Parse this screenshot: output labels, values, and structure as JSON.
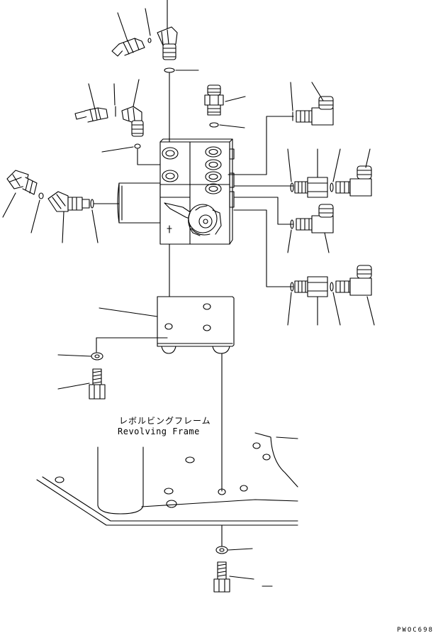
{
  "labels": {
    "frame_name_jp": "レボルビングフレーム",
    "frame_name_en": "Revolving Frame",
    "drawing_code": "PWOC698"
  },
  "colors": {
    "line": "#000000",
    "background": "#ffffff"
  }
}
